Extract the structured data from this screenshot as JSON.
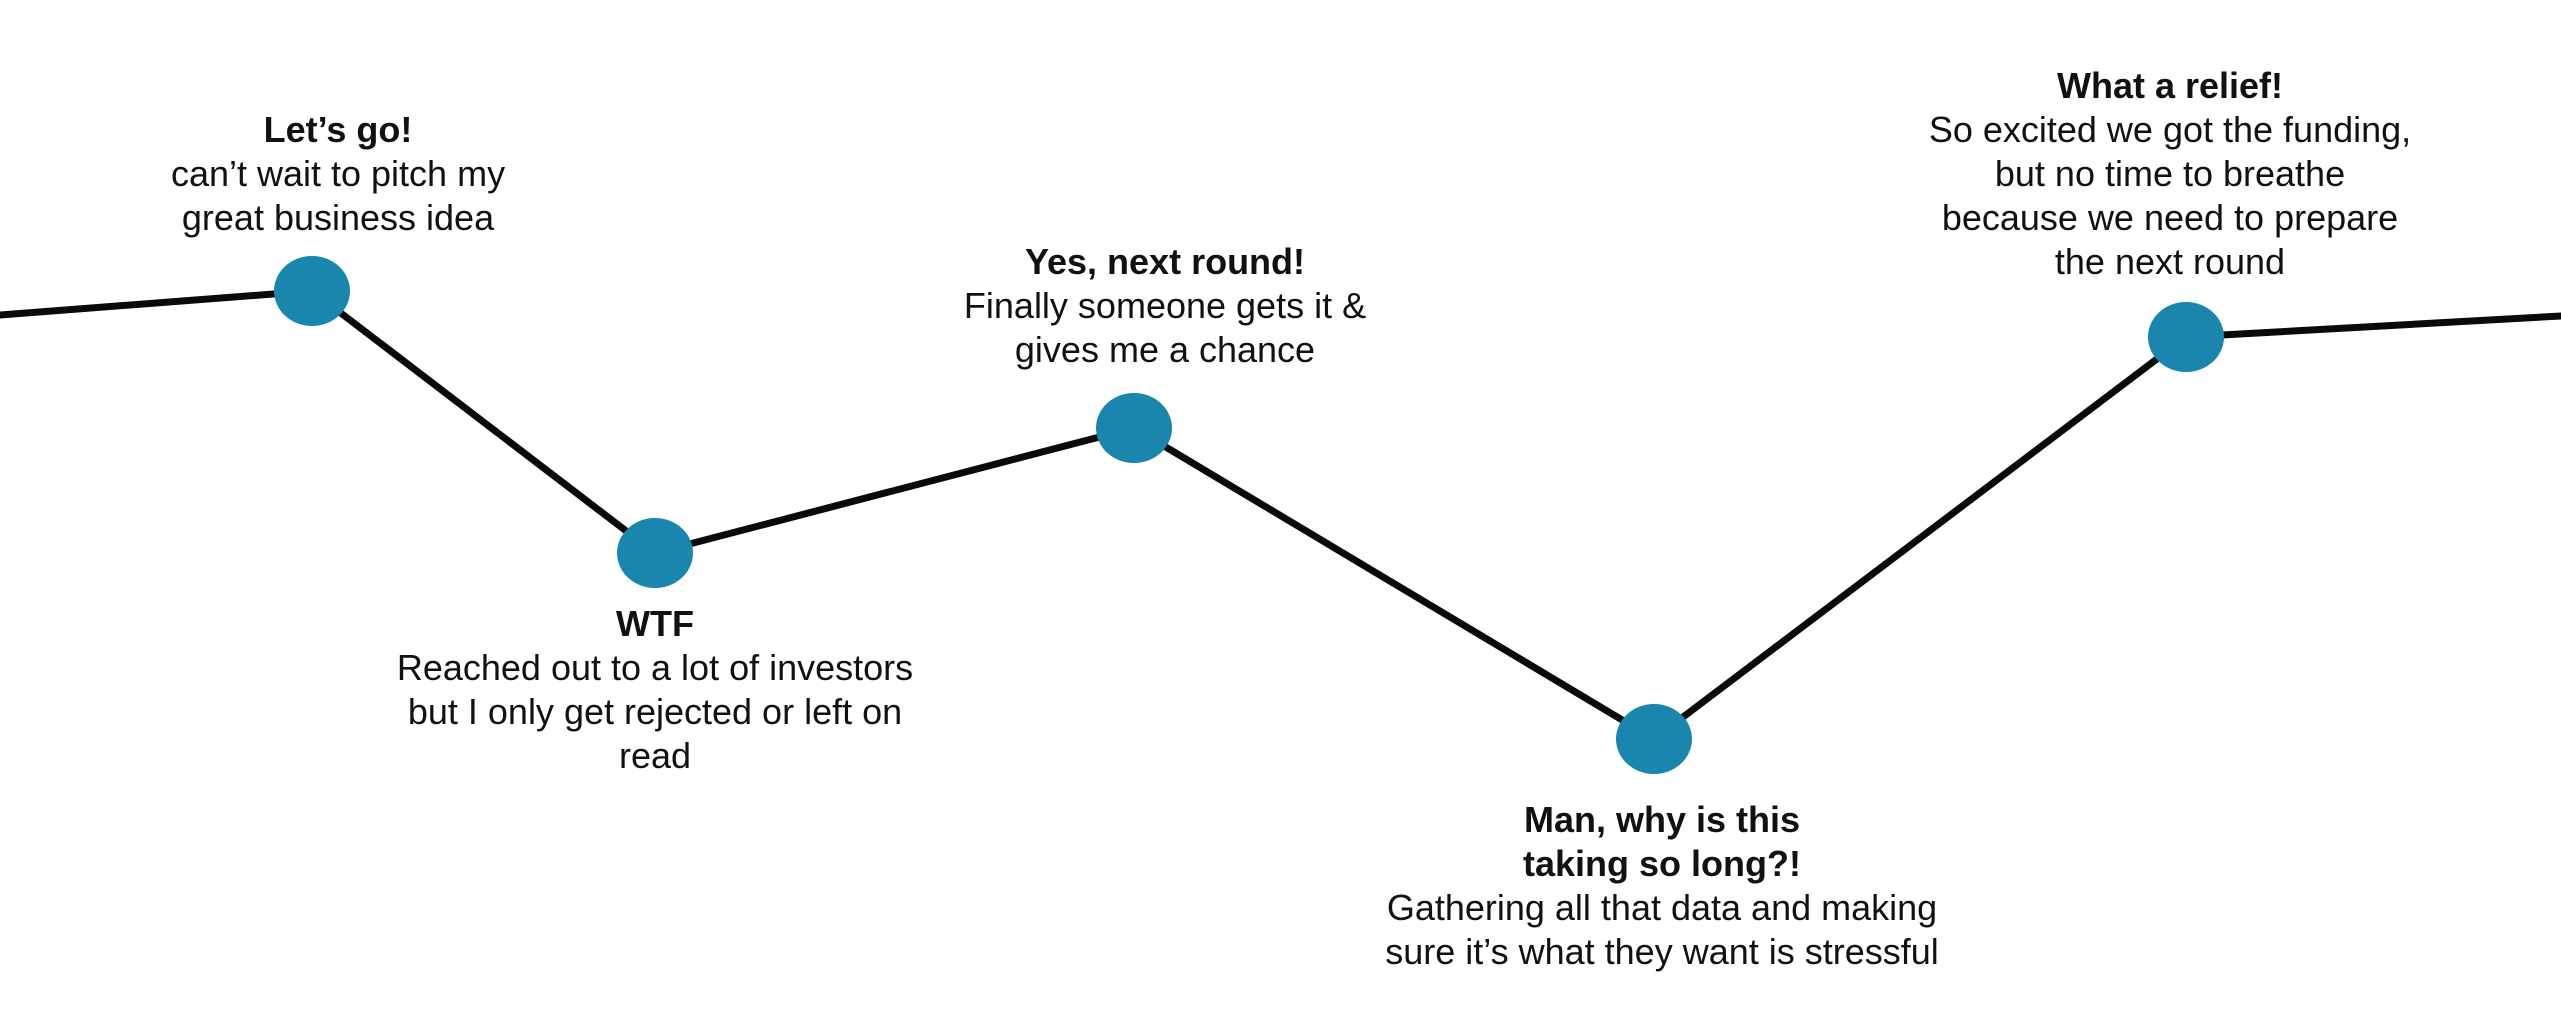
{
  "colors": {
    "line": "#0a0a0a",
    "dot": "#1a86ad",
    "text": "#111111"
  },
  "stages": [
    {
      "title": "Let’s go!",
      "description": "can’t wait to pitch my great business idea"
    },
    {
      "title": "WTF",
      "description": "Reached out to a lot of investors but I only get rejected or left on read"
    },
    {
      "title": "Yes, next round!",
      "description": "Finally someone gets it & gives me a chance"
    },
    {
      "title": "Man, why is this taking so long?!",
      "description": "Gathering all that data and making sure it’s what they want is stressful"
    },
    {
      "title": "What a relief!",
      "description": "So excited we got the funding, but no time to breathe because we need to prepare the next round"
    }
  ]
}
